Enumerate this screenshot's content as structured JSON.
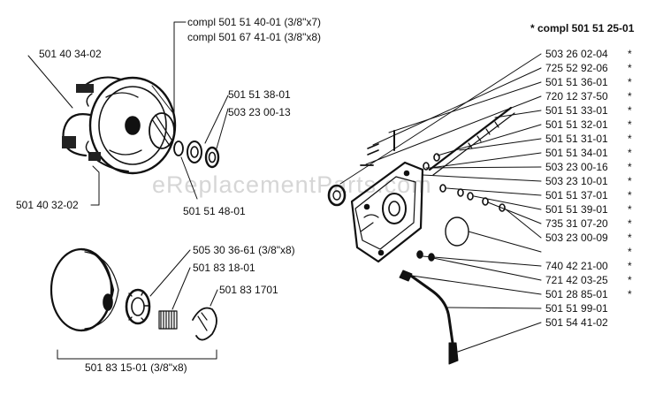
{
  "watermark": "eReplacementParts.com",
  "header_note": "* compl 501 51 25-01",
  "clutch_labels": {
    "top1": "compl 501 51 40-01 (3/8\"x7)",
    "top2": "compl 501 67 41-01 (3/8\"x8)",
    "left": "501 40 34-02",
    "washer1": "501 51 38-01",
    "washer2": "503 23 00-13",
    "bottom_left": "501 40 32-02",
    "bottom_mid": "501 51 48-01"
  },
  "drum_labels": {
    "a": "505 30 36-61 (3/8\"x8)",
    "b": "501 83 18-01",
    "c": "501 83 1701",
    "group": "501 83 15-01 (3/8\"x8)"
  },
  "oilpump_parts": [
    {
      "num": "503 26 02-04",
      "mark": "*"
    },
    {
      "num": "725 52 92-06",
      "mark": "*"
    },
    {
      "num": "501 51 36-01",
      "mark": "*"
    },
    {
      "num": "720 12 37-50",
      "mark": "*"
    },
    {
      "num": "501 51 33-01",
      "mark": "*"
    },
    {
      "num": "501 51 32-01",
      "mark": "*"
    },
    {
      "num": "501 51 31-01",
      "mark": "*"
    },
    {
      "num": "501 51 34-01",
      "mark": "*"
    },
    {
      "num": "503 23 00-16",
      "mark": "*"
    },
    {
      "num": "503 23 10-01",
      "mark": "*"
    },
    {
      "num": "501 51 37-01",
      "mark": "*"
    },
    {
      "num": "501 51 39-01",
      "mark": "*"
    },
    {
      "num": "735 31 07-20",
      "mark": "*"
    },
    {
      "num": "503 23 00-09",
      "mark": "*"
    }
  ],
  "lower_parts": [
    {
      "num": "",
      "mark": "*"
    },
    {
      "num": "740 42 21-00",
      "mark": "*"
    },
    {
      "num": "721 42 03-25",
      "mark": "*"
    },
    {
      "num": "501 28 85-01",
      "mark": "*"
    },
    {
      "num": "501 51 99-01",
      "mark": ""
    },
    {
      "num": "501 54 41-02",
      "mark": ""
    }
  ]
}
